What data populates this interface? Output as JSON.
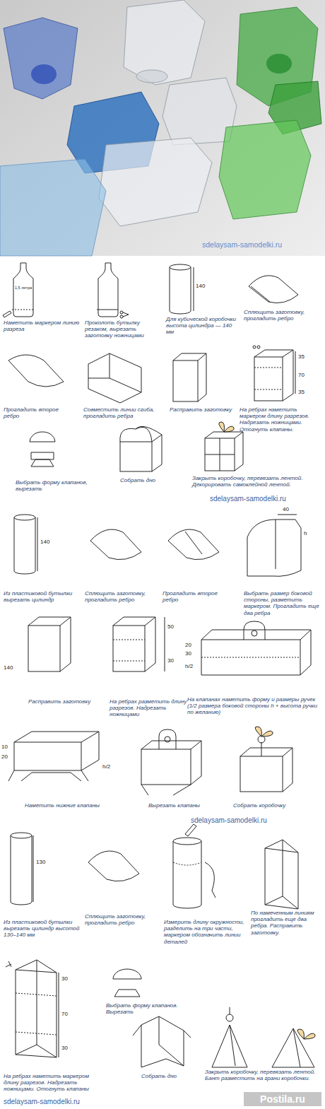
{
  "diagram": {
    "labels": [
      "sdelaysam-samodelki.ru",
      "1,5 литра",
      "Наметить маркером линию разреза",
      "Проколоть бутылку резаком, вырезать заготовку ножницами",
      "140",
      "Для кубической коробочки высота цилиндра — 140 мм",
      "Сплющить заготовку, прогладить ребро",
      "Прогладить второе ребро",
      "Совместить линии сгиба, прогладить ребра",
      "Расправить заготовку",
      "35",
      "70",
      "35",
      "На ребрах наметить маркером длину разрезов. Надрезать ножницами. Отогнуть клапаны.",
      "Выбрать форму клапанов, вырезать",
      "Собрать дно",
      "Закрыть коробочку, перевязать лентой. Декорировать самоклейной лентой.",
      "sdelaysam-samodelki.ru",
      "140",
      "Из пластиковой бутылки вырезать цилиндр",
      "Сплющить заготовку, прогладить ребро",
      "Прогладить второе ребро",
      "40",
      "h",
      "Выбрать размер боковой стороны, разметить маркером. Прогладить еще два ребра",
      "140",
      "Расправить заготовку",
      "50",
      "30",
      "На ребрах разметить длину разрезов. Надрезать ножницами",
      "20",
      "30",
      "h/2",
      "На клапанах наметить форму и размеры ручек (1/2 размера боковой стороны h + высота ручки по желанию)",
      "10",
      "20",
      "h/2",
      "Наметить нижние клапаны",
      "Вырезать клапаны",
      "Собрать коробочку",
      "sdelaysam-samodelki.ru",
      "130",
      "Из пластиковой бутылки вырезать цилиндр высотой 130–140 мм",
      "Сплющить заготовку, прогладить ребро",
      "Измерить длину окружности, разделить на три части, маркером обозначить линии деталей",
      "По намеченным линиям прогладить еще два ребра. Расправить заготовку.",
      "30",
      "70",
      "30",
      "Выбрать форму клапанов. Вырезать",
      "На ребрах наметить маркером длину разрезов. Надрезать ножницами. Отогнуть клапаны",
      "Собрать дно",
      "Закрыть коробочку, перевязать лентой. Бант разместить на грани коробочки.",
      "sdelaysam-samodelki.ru",
      "Postila.ru"
    ]
  }
}
